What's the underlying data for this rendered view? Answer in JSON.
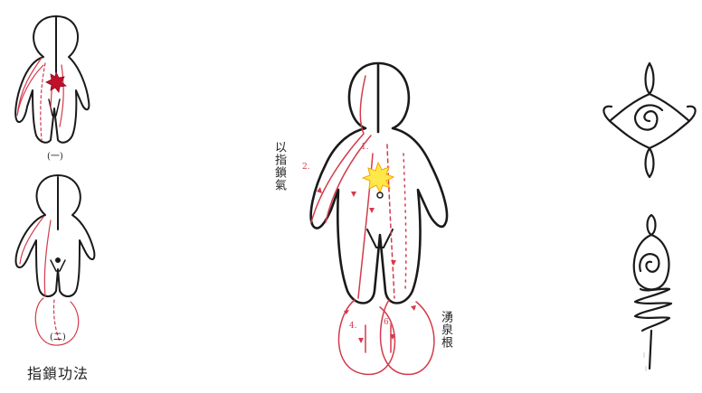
{
  "labels": {
    "fig1": "(一)",
    "fig2": "(二)",
    "caption": "指鎖功法",
    "side_left": "以指鎖氣",
    "side_right": "湧泉根",
    "num1": "1.",
    "num2": "2.",
    "num4": "4.",
    "num6": "6."
  },
  "colors": {
    "ink": "#1a1a1a",
    "red": "#d33a4a",
    "dark_red": "#c0102a",
    "yellow": "#ffe94a",
    "orange": "#f6a400"
  }
}
